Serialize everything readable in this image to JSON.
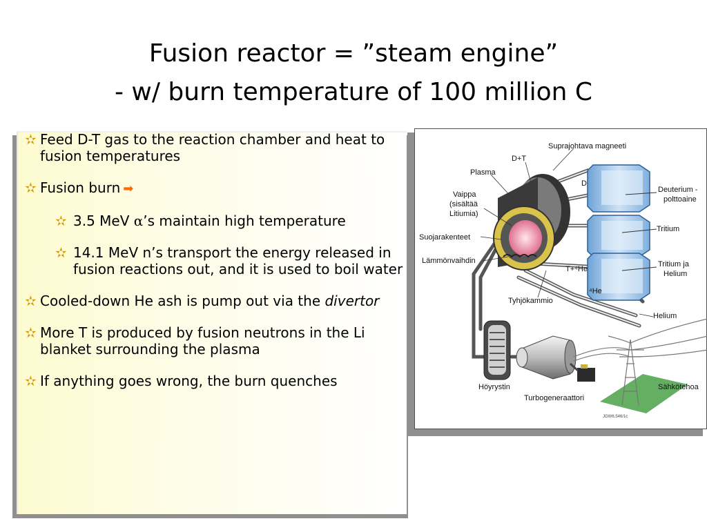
{
  "title": {
    "line1": "Fusion reactor = ”steam engine”",
    "line2": "- w/ burn temperature of 100 million C"
  },
  "bullets": [
    {
      "text": "Feed D-T gas to the reaction chamber and heat to fusion temperatures",
      "level": 1
    },
    {
      "text": "Fusion burn",
      "level": 1,
      "arrow": "➡"
    },
    {
      "text_pre": "3.5 MeV ",
      "alpha": "α",
      "text_post": "’s maintain high temperature",
      "level": 2
    },
    {
      "text": "14.1 MeV n’s transport the energy released in fusion reactions out, and it is used to boil water",
      "level": 2
    },
    {
      "text_pre": "Cooled-down He ash is pump out via the ",
      "italic": "divertor",
      "level": 1
    },
    {
      "text": "More T is produced by fusion neutrons in the  Li blanket surrounding the plasma",
      "level": 1
    },
    {
      "text": "If anything goes wrong, the burn quenches",
      "level": 1
    }
  ],
  "bullet_icon": "star-icon",
  "diagram": {
    "labels": {
      "magnets": "Suprajohtava magneeti",
      "dt": "D+T",
      "plasma": "Plasma",
      "d": "D",
      "vaippa1": "Vaippa",
      "vaippa2": "(sisältää",
      "vaippa3": "Litiumia)",
      "deuterium1": "Deuterium -",
      "deuterium2": "polttoaine",
      "suojarakenteet": "Suojarakenteet",
      "tritium": "Tritium",
      "lammonvaihdin": "Lämmönvaihdin",
      "t4he": "T+⁴He",
      "tritium_ja1": "Tritium ja",
      "tritium_ja2": "Helium",
      "he4": "⁴He",
      "tyhjokammio": "Tyhjökammio",
      "helium": "Helium",
      "hoyrystin": "Höyrystin",
      "sahkotehoa": "Sähkötehoa",
      "turbogeneraattori": "Turbogeneraattori",
      "stamp": "JGW6.546/1c"
    }
  }
}
